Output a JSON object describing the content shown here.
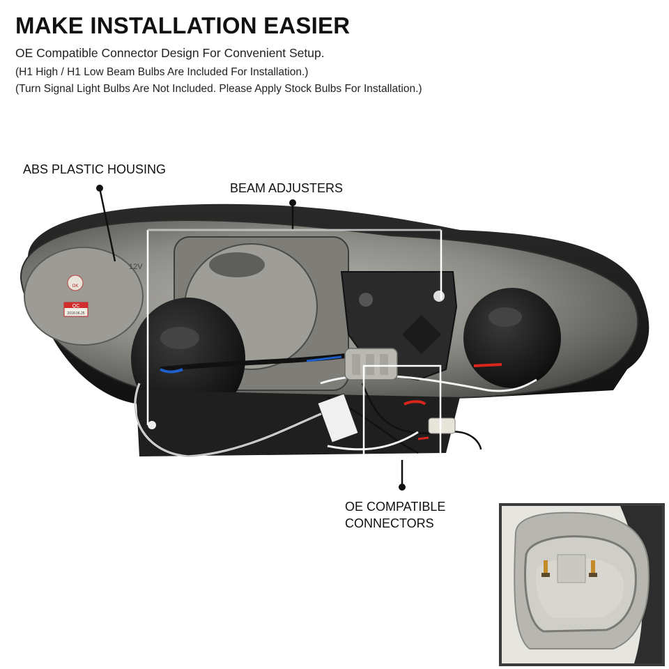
{
  "header": {
    "title": "MAKE INSTALLATION EASIER",
    "line1": "OE Compatible Connector Design For Convenient Setup.",
    "line2": "(H1 High / H1 Low Beam Bulbs Are Included For Installation.)",
    "line3": "(Turn Signal Light Bulbs Are Not Included. Please Apply Stock Bulbs For Installation.)"
  },
  "callouts": {
    "housing": "ABS PLASTIC HOUSING",
    "beam_adjusters": "BEAM ADJUSTERS",
    "connectors_line1": "OE COMPATIBLE",
    "connectors_line2": "CONNECTORS"
  },
  "housing_stamps": {
    "voltage": "12V",
    "qc_label": "QC",
    "qc_date": "2018.06.25",
    "qc_ok": "OK"
  },
  "colors": {
    "housing_dark": "#1c1c1c",
    "chrome": "#8a8a86",
    "wire_blue": "#1f5fc9",
    "wire_red": "#d8251d",
    "connector_grey": "#b9b8b2"
  }
}
